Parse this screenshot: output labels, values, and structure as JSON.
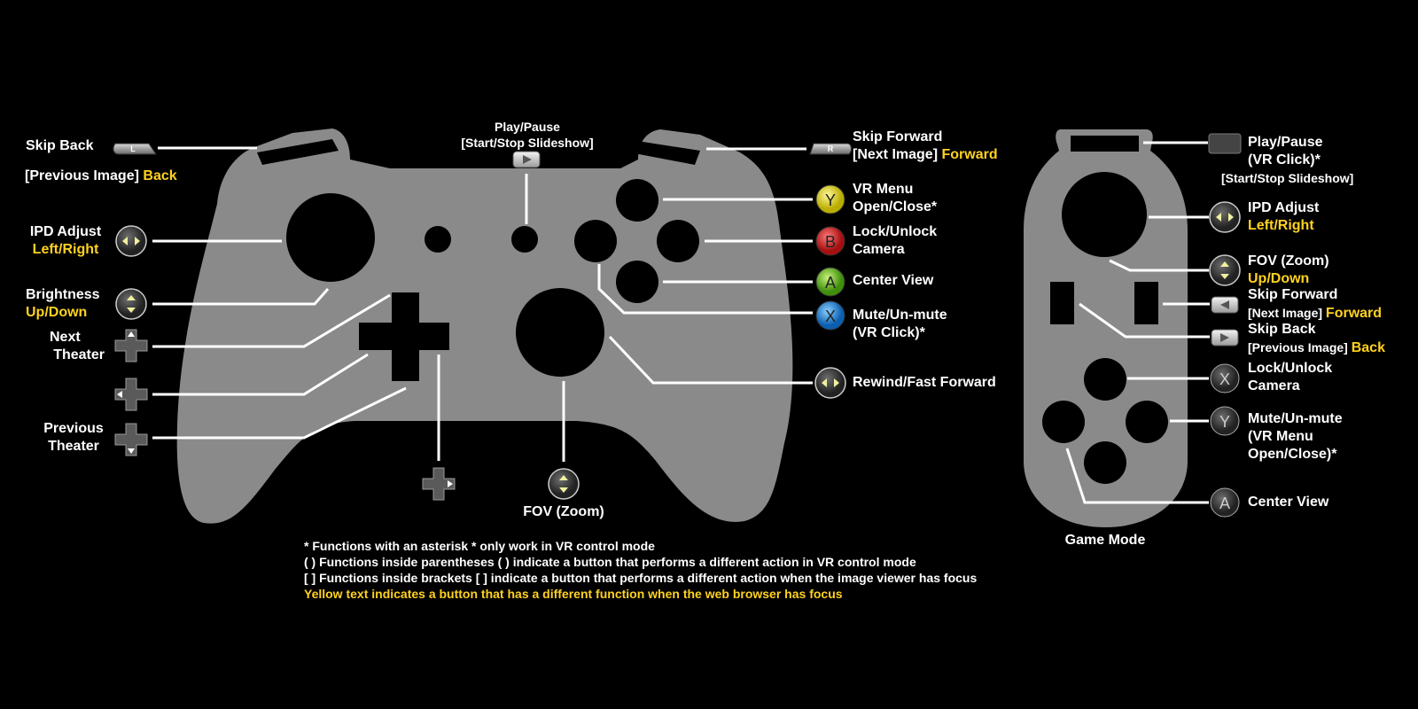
{
  "controller": {
    "skip_back": "Skip Back",
    "prev_image": "[Previous Image]",
    "back": "Back",
    "ipd_adjust": "IPD Adjust",
    "left_right": "Left/Right",
    "brightness": "Brightness",
    "up_down": "Up/Down",
    "next_theater_1": "Next",
    "next_theater_2": "Theater",
    "prev_theater_1": "Previous",
    "prev_theater_2": "Theater",
    "play_pause": "Play/Pause",
    "start_stop": "[Start/Stop Slideshow]",
    "fov_zoom": "FOV (Zoom)",
    "skip_forward": "Skip Forward",
    "next_image": "[Next Image]",
    "forward": "Forward",
    "vr_menu_1": "VR Menu",
    "vr_menu_2": "Open/Close*",
    "lock_unlock_1": "Lock/Unlock",
    "lock_unlock_2": "Camera",
    "center_view": "Center View",
    "mute_1": "Mute/Un-mute",
    "mute_2": "(VR Click)*",
    "rewind_ff": "Rewind/Fast Forward",
    "btn_l": "L",
    "btn_r": "R",
    "btn_y": "Y",
    "btn_b": "B",
    "btn_a": "A",
    "btn_x": "X"
  },
  "game_mode": {
    "title": "Game Mode",
    "play_pause": "Play/Pause",
    "vr_click": "(VR Click)*",
    "start_stop": "[Start/Stop Slideshow]",
    "ipd_adjust": "IPD Adjust",
    "left_right": "Left/Right",
    "fov_zoom": "FOV (Zoom)",
    "up_down": "Up/Down",
    "skip_forward": "Skip Forward",
    "next_image": "[Next Image]",
    "forward": "Forward",
    "skip_back": "Skip Back",
    "prev_image": "[Previous Image]",
    "back": "Back",
    "lock_unlock_1": "Lock/Unlock",
    "lock_unlock_2": "Camera",
    "mute_1": "Mute/Un-mute",
    "mute_2": "(VR Menu",
    "mute_3": "Open/Close)*",
    "center_view": "Center View",
    "btn_x": "X",
    "btn_y": "Y",
    "btn_a": "A"
  },
  "notes": {
    "asterisk": "*  Functions with an asterisk * only work in VR control mode",
    "parentheses": "( ) Functions inside parentheses ( ) indicate a button that performs a different action in VR control mode",
    "brackets": "[ ] Functions inside brackets [ ] indicate a button that performs a different action when the image viewer has focus",
    "yellow": "Yellow text indicates a button that has a different function when the web browser has focus"
  },
  "colors": {
    "body": "#8a8a8a",
    "highlight": "#ffd21f",
    "btn_y": "#e0d31a",
    "btn_b": "#d42424",
    "btn_a": "#6fbf1f",
    "btn_x": "#2a8ee0"
  }
}
